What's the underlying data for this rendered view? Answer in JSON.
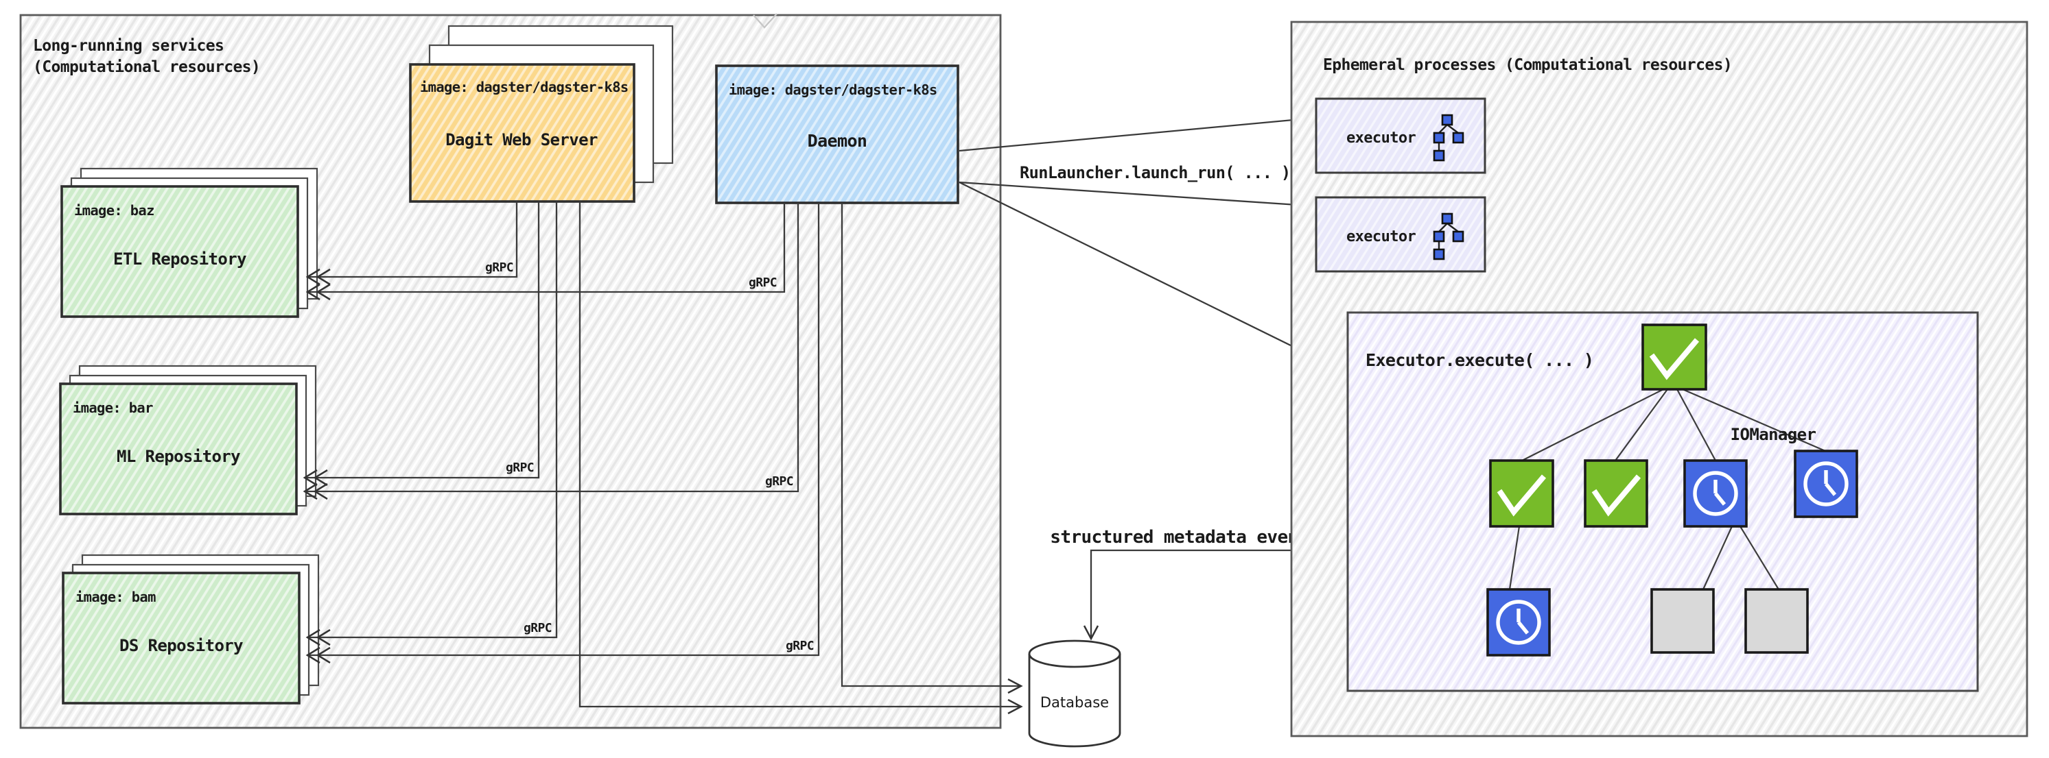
{
  "left_panel": {
    "title_line1": "Long-running services",
    "title_line2": "(Computational resources)",
    "dagit": {
      "image_label": "image: dagster/dagster-k8s",
      "name": "Dagit Web Server"
    },
    "daemon": {
      "image_label": "image: dagster/dagster-k8s",
      "name": "Daemon"
    },
    "repositories": [
      {
        "image_label": "image: baz",
        "name": "ETL Repository"
      },
      {
        "image_label": "image: bar",
        "name": "ML Repository"
      },
      {
        "image_label": "image: bam",
        "name": "DS Repository"
      }
    ]
  },
  "right_panel": {
    "title": "Ephemeral processes (Computational resources)",
    "executors": [
      {
        "label": "executor"
      },
      {
        "label": "executor"
      }
    ],
    "execute_call_label": "Executor.execute( ... )",
    "io_manager_label": "IOManager"
  },
  "labels": {
    "grpc": "gRPC",
    "run_launcher_call": "RunLauncher.launch_run( ... )",
    "structured_metadata": "structured metadata events"
  },
  "database": {
    "label": "Database"
  },
  "execution_dag": {
    "node_states": {
      "success": {
        "icon": "check-icon",
        "color": "#77bb29"
      },
      "scheduled": {
        "icon": "clock-icon",
        "color": "#4468e1"
      },
      "not_started": {
        "icon": "none",
        "color": "#d9d9d9"
      }
    },
    "nodes": [
      {
        "id": "run",
        "state": "success"
      },
      {
        "id": "step-1",
        "state": "success"
      },
      {
        "id": "step-2",
        "state": "success"
      },
      {
        "id": "step-3",
        "state": "scheduled"
      },
      {
        "id": "step-4",
        "state": "scheduled"
      },
      {
        "id": "step-5",
        "state": "scheduled"
      },
      {
        "id": "step-6",
        "state": "not_started"
      },
      {
        "id": "step-7",
        "state": "not_started"
      }
    ],
    "edges": [
      [
        "run",
        "step-1"
      ],
      [
        "run",
        "step-2"
      ],
      [
        "run",
        "step-3"
      ],
      [
        "run",
        "step-4"
      ],
      [
        "step-1",
        "step-5"
      ],
      [
        "step-3",
        "step-6"
      ],
      [
        "step-3",
        "step-7"
      ]
    ]
  },
  "colors": {
    "panel_fill": "#f5f5f5",
    "dagit_fill": "#fbd88c",
    "daemon_fill": "#b9dbf8",
    "repository_fill": "#ceeccb",
    "executor_fill": "#e9e8fa",
    "execute_panel_fill": "#f4f2fd",
    "node_success": "#77bb29",
    "node_scheduled": "#4468e1",
    "node_not_started": "#d9d9d9",
    "mini_dag_node": "#3f66e0",
    "wire": "#3a3a3a"
  }
}
